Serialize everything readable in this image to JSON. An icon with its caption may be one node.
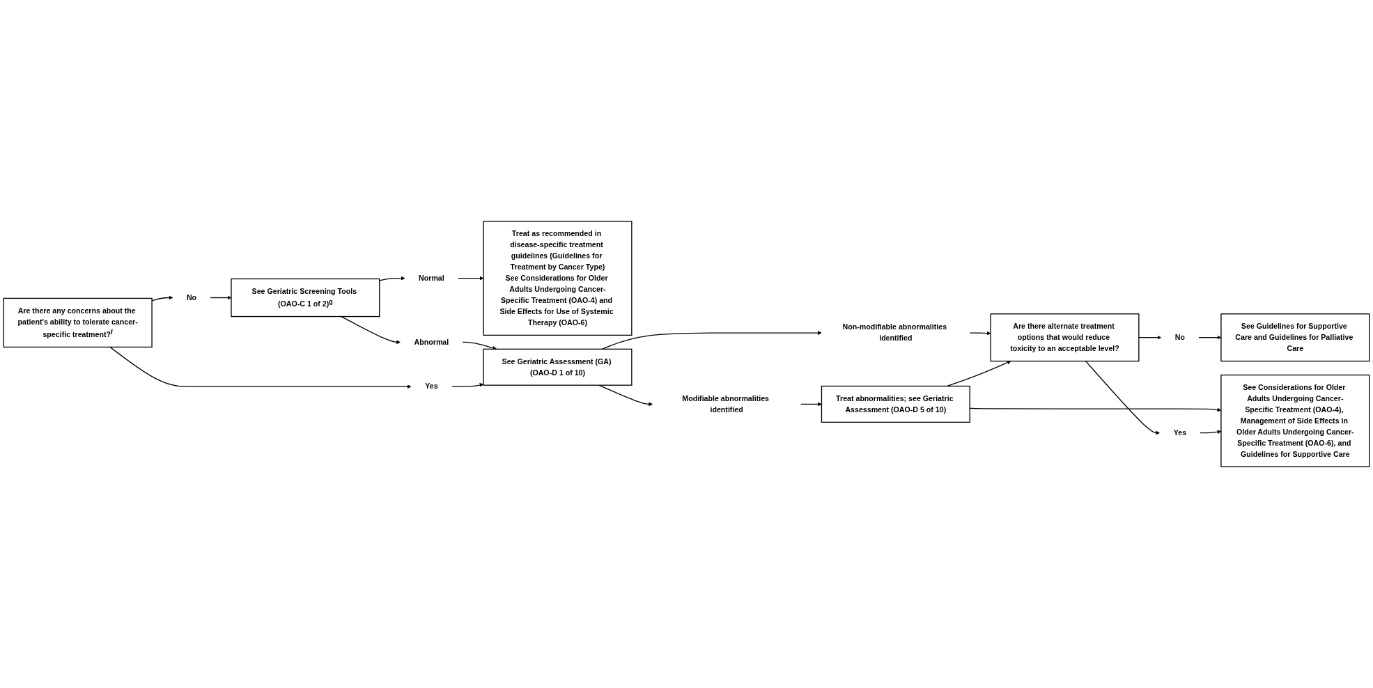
{
  "diagram": {
    "nodes": [
      {
        "text": [
          "Are there any concerns about the patient's ability to tolerate cancer-specific treatment?$^{f}$"
        ]
      },
      {
        "text": [
          "No"
        ]
      },
      {
        "text": [
          "See Geriatric Screening Tools (OAO-C 1 of 2)$^{g}$"
        ]
      },
      {
        "text": [
          "Normal"
        ]
      },
      {
        "text": [
          "Treat as recommended in disease-specific treatment guidelines (Guidelines for Treatment by Cancer Type)",
          "See Considerations for Older Adults Undergoing Cancer-Specific Treatment (OAO-4) and Side Effects for Use of Systemic Therapy (OAO-6)"
        ]
      },
      {
        "text": [
          "Abnormal"
        ]
      },
      {
        "text": [
          "Yes"
        ]
      },
      {
        "text": [
          "See Geriatric Assessment (GA) (OAO-D 1 of 10)"
        ]
      },
      {
        "text": [
          "Modifiable abnormalities identified"
        ]
      },
      {
        "text": [
          "Non-modifiable abnormalities identified"
        ]
      },
      {
        "text": [
          "Treat abnormalities; see Geriatric Assessment (OAO-D 5 of 10)"
        ]
      },
      {
        "text": [
          "Are there alternate treatment options that would reduce toxicity to an acceptable level?"
        ]
      },
      {
        "text": [
          "No"
        ]
      },
      {
        "text": [
          "See Guidelines for Supportive Care and Guidelines for Palliative Care"
        ]
      },
      {
        "text": [
          "Yes"
        ]
      },
      {
        "text": [
          "See Considerations for Older Adults Undergoing Cancer-Specific Treatment (OAO-4), Management of Side Effects in Older Adults Undergoing Cancer-Specific Treatment (OAO-6), and Guidelines for Supportive Care"
        ]
      }
    ],
    "edges": [
      {
        "from": 0,
        "to": 1,
        "arrow": "to"
      },
      {
        "from": 0,
        "to": 6,
        "arrow": "to"
      },
      {
        "from": 1,
        "to": 2,
        "arrow": "to"
      },
      {
        "from": 2,
        "to": 3,
        "arrow": "to"
      },
      {
        "from": 2,
        "to": 5,
        "arrow": "to"
      },
      {
        "from": 3,
        "to": 4,
        "arrow": "to"
      },
      {
        "from": 5,
        "to": 7,
        "arrow": "to"
      },
      {
        "from": 6,
        "to": 7,
        "arrow": "to"
      },
      {
        "from": 7,
        "to": 8,
        "arrow": "to"
      },
      {
        "from": 7,
        "to": 9,
        "arrow": "to"
      },
      {
        "from": 8,
        "to": 10,
        "arrow": "to"
      },
      {
        "from": 9,
        "to": 11,
        "arrow": "to"
      },
      {
        "from": 10,
        "to": 11,
        "arrow": "to"
      },
      {
        "from": 11,
        "to": 12,
        "arrow": "to"
      },
      {
        "from": 12,
        "to": 13,
        "arrow": "to"
      },
      {
        "from": 11,
        "to": 14,
        "arrow": "to"
      },
      {
        "from": 10,
        "to": 15,
        "arrow": "to"
      },
      {
        "from": 14,
        "to": 15,
        "arrow": "to"
      }
    ]
  }
}
